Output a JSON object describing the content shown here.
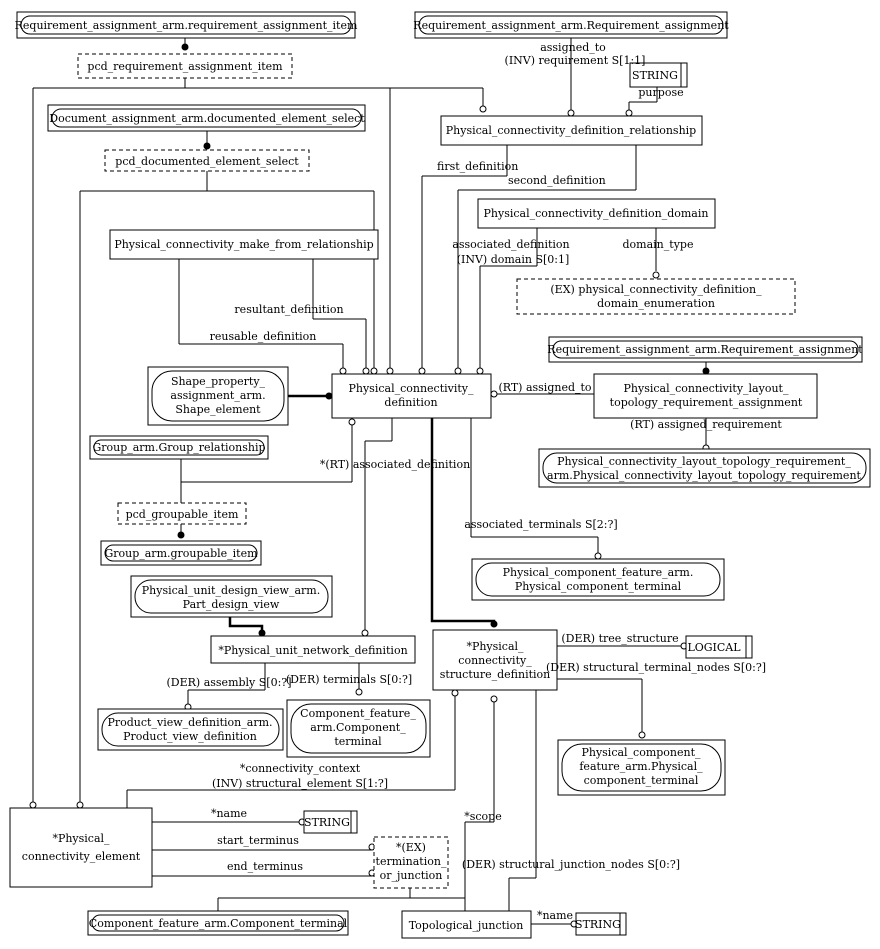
{
  "nodes": {
    "req_assign_item": "Requirement_assignment_arm.requirement_assignment_item",
    "pcd_req_assign_item": "pcd_requirement_assignment_item",
    "req_assign_top": "Requirement_assignment_arm.Requirement_assignment",
    "doc_assign_select": "Document_assignment_arm.documented_element_select",
    "pcd_doc_select": "pcd_documented_element_select",
    "pcd_relationship": "Physical_connectivity_definition_relationship",
    "pcd_domain": "Physical_connectivity_definition_domain",
    "make_from": "Physical_connectivity_make_from_relationship",
    "domain_enum": [
      "(EX) physical_connectivity_definition_",
      "domain_enumeration"
    ],
    "req_assign_right": "Requirement_assignment_arm.Requirement_assignment",
    "shape_element": [
      "Shape_property_",
      "assignment_arm.",
      "Shape_element"
    ],
    "pcd_main": [
      "Physical_connectivity_",
      "definition"
    ],
    "layout_topo_assign": [
      "Physical_connectivity_layout_",
      "topology_requirement_assignment"
    ],
    "group_rel": "Group_arm.Group_relationship",
    "layout_topo_req": [
      "Physical_connectivity_layout_topology_requirement_",
      "arm.Physical_connectivity_layout_topology_requirement"
    ],
    "pcd_groupable": "pcd_groupable_item",
    "groupable_item": "Group_arm.groupable_item",
    "comp_terminal_right": [
      "Physical_component_feature_arm.",
      "Physical_component_terminal"
    ],
    "part_design_view": [
      "Physical_unit_design_view_arm.",
      "Part_design_view"
    ],
    "pcsd": [
      "*Physical_",
      "connectivity_",
      "structure_definition"
    ],
    "logical": "LOGICAL",
    "unit_network": "*Physical_unit_network_definition",
    "product_view": [
      "Product_view_definition_arm.",
      "Product_view_definition"
    ],
    "comp_feature_terminal": [
      "Component_feature_",
      "arm.Component_",
      "terminal"
    ],
    "comp_terminal_lower": [
      "Physical_component_",
      "feature_arm.Physical_",
      "component_terminal"
    ],
    "pce": [
      "*Physical_",
      "connectivity_element"
    ],
    "string_1": "STRING",
    "string_2": "STRING",
    "string_3": "STRING",
    "termination": [
      "*(EX)",
      "termination_",
      "or_junction"
    ],
    "comp_terminal_bottom": "Component_feature_arm.Component_terminal",
    "topo_junction": "Topological_junction"
  },
  "labels": {
    "assigned_to": "assigned_to",
    "inv_requirement": "(INV) requirement S[1:1]",
    "purpose": "purpose",
    "first_definition": "first_definition",
    "second_definition": "second_definition",
    "associated_definition": "associated_definition",
    "inv_domain": "(INV) domain S[0:1]",
    "domain_type": "domain_type",
    "resultant_definition": "resultant_definition",
    "reusable_definition": "reusable_definition",
    "rt_assigned_to": "(RT) assigned_to",
    "rt_assigned_requirement": "(RT) assigned_requirement",
    "rt_associated_definition": "*(RT) associated_definition",
    "associated_terminals": "associated_terminals S[2:?]",
    "der_tree_structure": "(DER) tree_structure",
    "der_structural_terminal_nodes": "(DER) structural_terminal_nodes S[0:?]",
    "der_assembly": "(DER) assembly S[0:?]",
    "der_terminals": "(DER) terminals S[0:?]",
    "connectivity_context": "*connectivity_context",
    "inv_structural_element": "(INV) structural_element S[1:?]",
    "name_1": "*name",
    "start_terminus": "start_terminus",
    "end_terminus": "end_terminus",
    "scope": "*scope",
    "der_structural_junction_nodes": "(DER) structural_junction_nodes S[0:?]",
    "name_2": "*name"
  }
}
